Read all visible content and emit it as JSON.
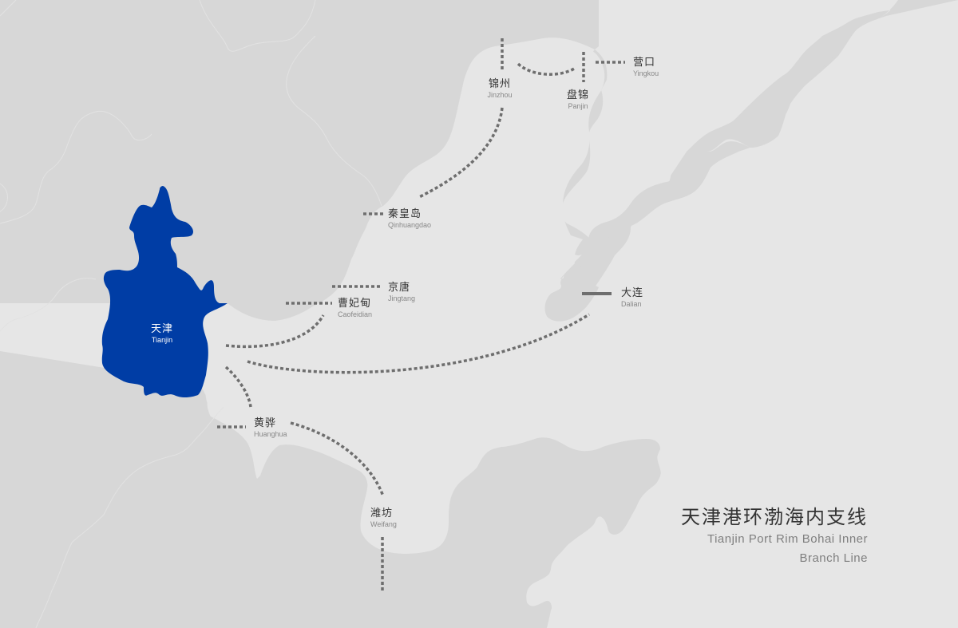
{
  "title": {
    "zh": "天津港环渤海内支线",
    "en_line1": "Tianjin Port Rim Bohai Inner",
    "en_line2": "Branch Line"
  },
  "colors": {
    "sea": "#e6e6e6",
    "land": "#d7d7d7",
    "highlight_region": "#003da5",
    "route_dash": "#6e6e6e",
    "label_zh": "#333333",
    "label_en": "#888888"
  },
  "hub": {
    "zh": "天津",
    "en": "Tianjin"
  },
  "ports": [
    {
      "id": "jinzhou",
      "zh": "锦州",
      "en": "Jinzhou"
    },
    {
      "id": "panjin",
      "zh": "盘锦",
      "en": "Panjin"
    },
    {
      "id": "yingkou",
      "zh": "营口",
      "en": "Yingkou"
    },
    {
      "id": "qinhuangdao",
      "zh": "秦皇岛",
      "en": "Qinhuangdao"
    },
    {
      "id": "jingtang",
      "zh": "京唐",
      "en": "Jingtang"
    },
    {
      "id": "caofeidian",
      "zh": "曹妃甸",
      "en": "Caofeidian"
    },
    {
      "id": "dalian",
      "zh": "大连",
      "en": "Dalian"
    },
    {
      "id": "huanghua",
      "zh": "黄骅",
      "en": "Huanghua"
    },
    {
      "id": "weifang",
      "zh": "潍坊",
      "en": "Weifang"
    }
  ]
}
